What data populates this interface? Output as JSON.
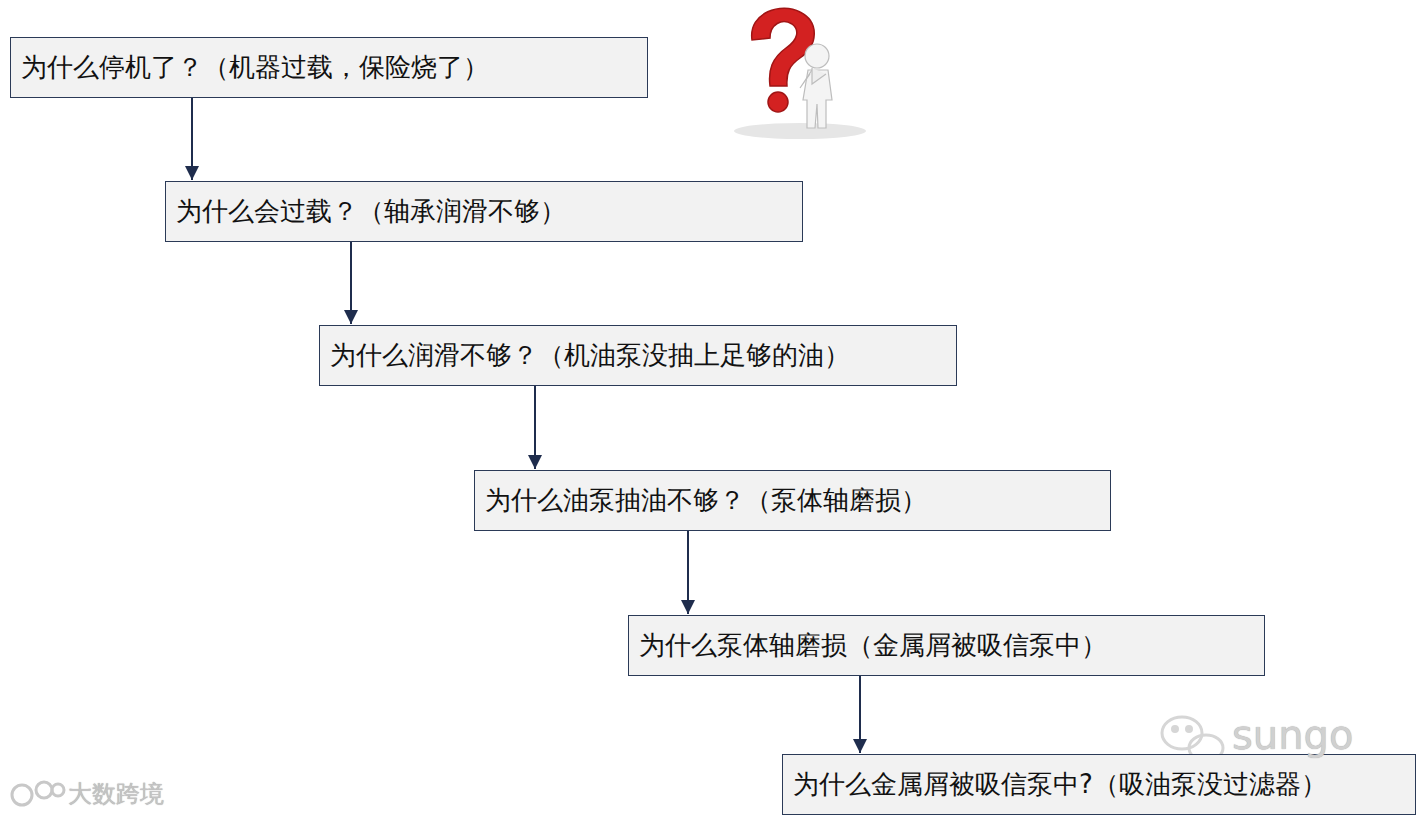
{
  "diagram": {
    "nodes": [
      {
        "text": [
          "为什么停机了？（机器过载，保险烧了）"
        ]
      },
      {
        "text": [
          "为什么会过载？（轴承润滑不够）"
        ]
      },
      {
        "text": [
          "为什么润滑不够？（机油泵没抽上足够的油）"
        ]
      },
      {
        "text": [
          "为什么油泵抽油不够？（泵体轴磨损）"
        ]
      },
      {
        "text": [
          "为什么泵体轴磨损（金属屑被吸信泵中）"
        ]
      },
      {
        "text": [
          "为什么金属屑被吸信泵中?（吸油泵没过滤器）"
        ]
      }
    ],
    "edges": [
      {
        "from": 0,
        "to": 1,
        "arrow": "to"
      },
      {
        "from": 1,
        "to": 2,
        "arrow": "to"
      },
      {
        "from": 2,
        "to": 3,
        "arrow": "to"
      },
      {
        "from": 3,
        "to": 4,
        "arrow": "to"
      },
      {
        "from": 4,
        "to": 5,
        "arrow": "to"
      }
    ],
    "labels": [
      "大数跨境",
      "sungo"
    ]
  }
}
